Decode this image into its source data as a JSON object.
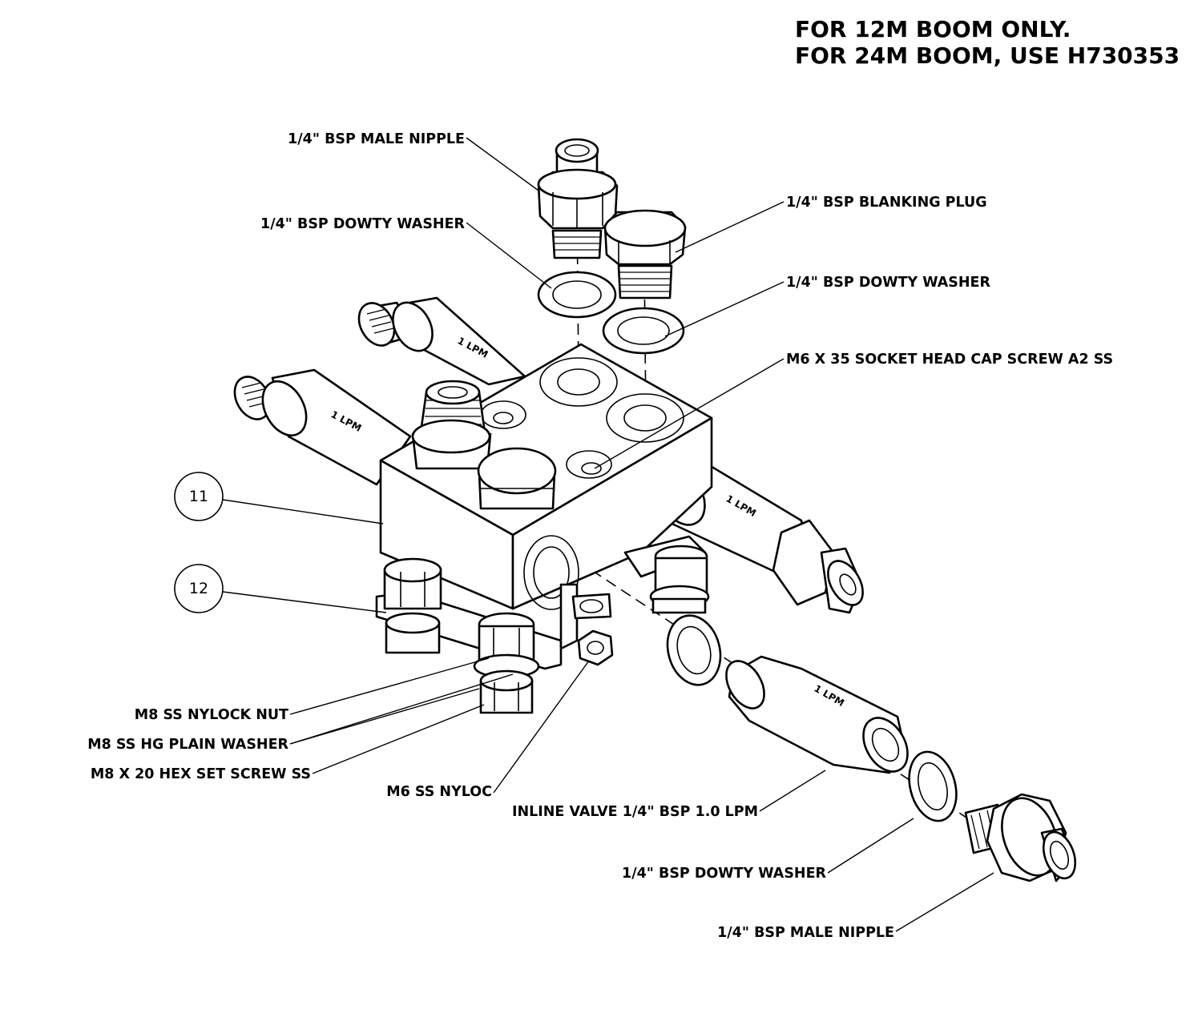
{
  "note": {
    "line1": "FOR 12M BOOM ONLY.",
    "line2": "FOR 24M BOOM, USE H730353"
  },
  "callouts": [
    {
      "id": "top-nipple",
      "text": "1/4\" BSP MALE NIPPLE"
    },
    {
      "id": "top-washer-left",
      "text": "1/4\" BSP DOWTY WASHER"
    },
    {
      "id": "blanking-plug",
      "text": "1/4\" BSP BLANKING PLUG"
    },
    {
      "id": "top-washer-right",
      "text": "1/4\" BSP DOWTY WASHER"
    },
    {
      "id": "cap-screw",
      "text": "M6 X 35 SOCKET HEAD CAP SCREW A2 SS"
    },
    {
      "id": "nylock-nut",
      "text": "M8 SS NYLOCK NUT"
    },
    {
      "id": "plain-washer",
      "text": "M8 SS HG PLAIN WASHER"
    },
    {
      "id": "set-screw",
      "text": "M8 X 20 HEX SET SCREW SS"
    },
    {
      "id": "m6-nyloc",
      "text": "M6 SS NYLOC"
    },
    {
      "id": "inline-valve",
      "text": "INLINE VALVE 1/4\" BSP 1.0 LPM"
    },
    {
      "id": "bottom-washer",
      "text": "1/4\" BSP DOWTY WASHER"
    },
    {
      "id": "bottom-nipple",
      "text": "1/4\" BSP MALE NIPPLE"
    }
  ],
  "balloons": [
    "11",
    "12"
  ],
  "valve_marking": "1 LPM"
}
